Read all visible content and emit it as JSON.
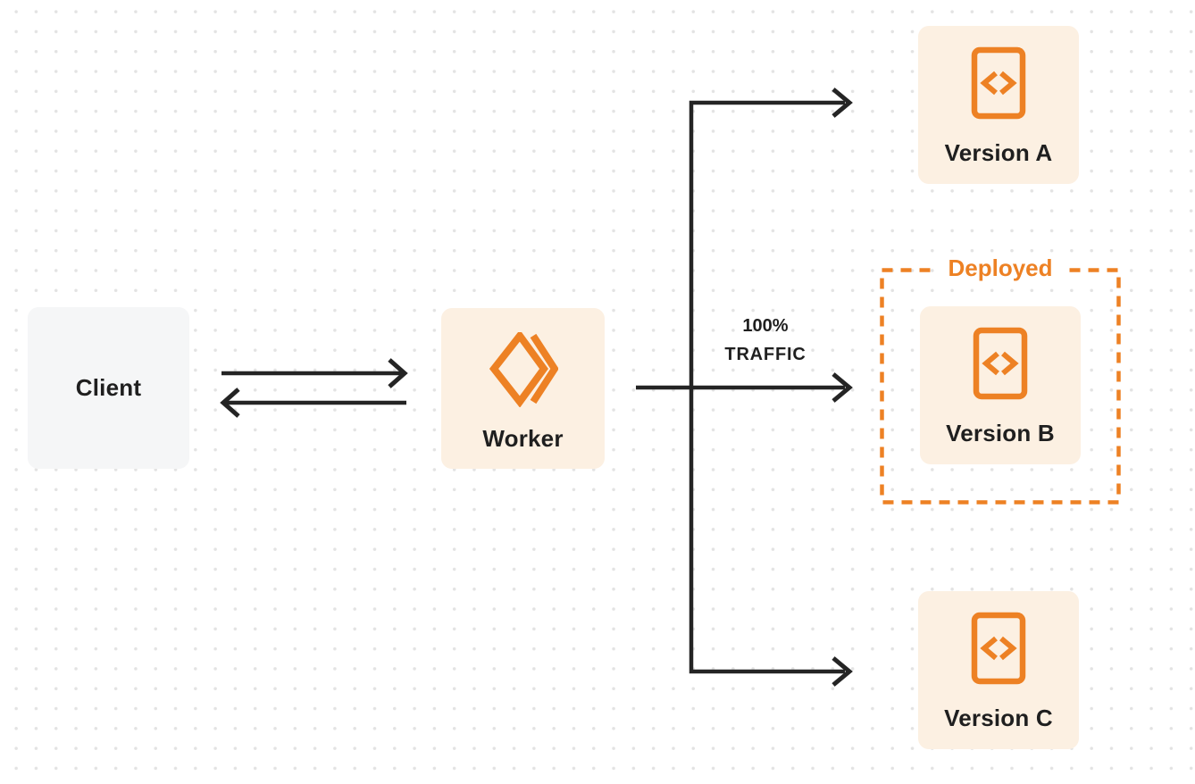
{
  "diagram": {
    "title_hint": "worker-versions-traffic-routing-diagram",
    "colors": {
      "accent_orange": "#ED8124",
      "node_fill_orange": "#FCF0E2",
      "node_fill_gray": "#F5F6F7",
      "line_dark": "#242424",
      "text_dark": "#1F1F1F",
      "dot_grid": "#E3E3E3",
      "background": "#FFFFFF"
    },
    "client": {
      "label": "Client"
    },
    "worker": {
      "label": "Worker",
      "icon": "worker-diamond-chevron-icon"
    },
    "traffic_label": {
      "line1": "100%",
      "line2": "TRAFFIC"
    },
    "deployed": {
      "label": "Deployed"
    },
    "versions": [
      {
        "label": "Version A",
        "icon": "code-file-icon",
        "deployed": false
      },
      {
        "label": "Version B",
        "icon": "code-file-icon",
        "deployed": true
      },
      {
        "label": "Version C",
        "icon": "code-file-icon",
        "deployed": false
      }
    ],
    "edges": [
      {
        "from": "client",
        "to": "worker",
        "style": "request-arrow-right"
      },
      {
        "from": "worker",
        "to": "client",
        "style": "response-arrow-left"
      },
      {
        "from": "worker",
        "to": "version-a",
        "style": "branch-arrow"
      },
      {
        "from": "worker",
        "to": "version-b",
        "style": "branch-arrow",
        "label": "100% TRAFFIC"
      },
      {
        "from": "worker",
        "to": "version-c",
        "style": "branch-arrow"
      }
    ]
  }
}
